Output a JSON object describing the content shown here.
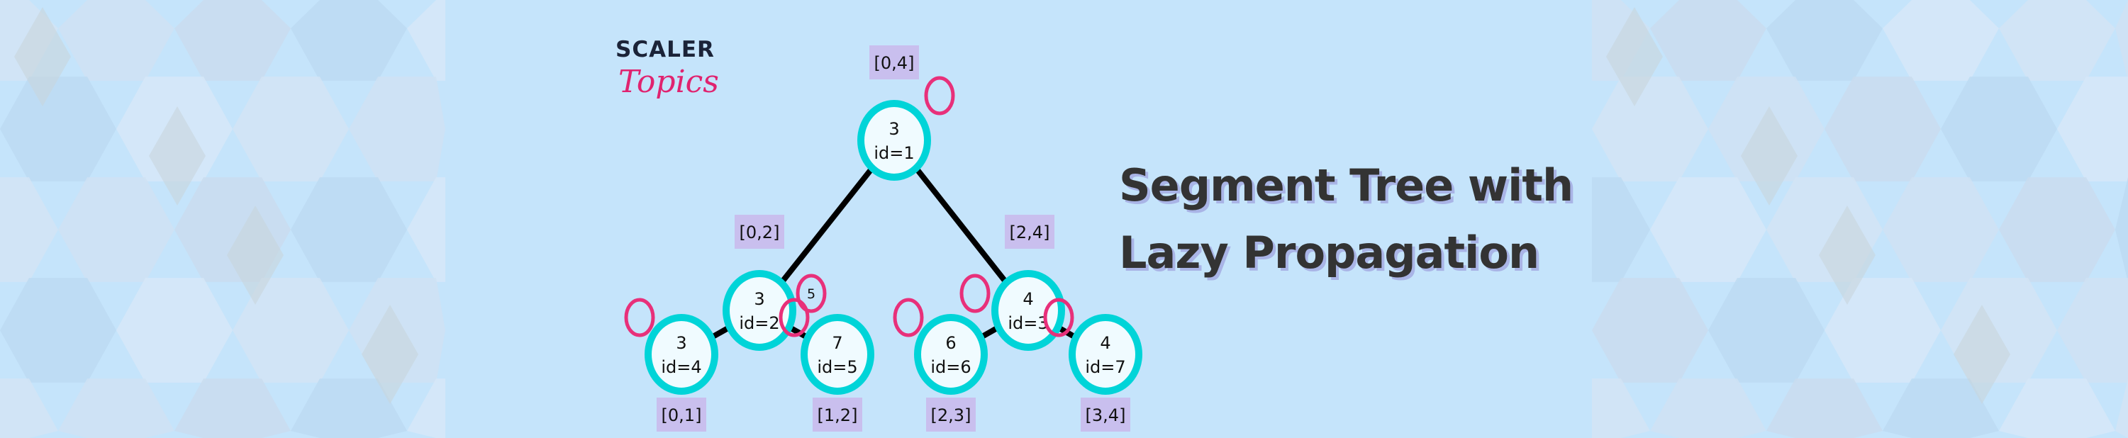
{
  "colors": {
    "background": "#c5e4fb",
    "node_stroke": "#00d4d8",
    "node_fill": "#f0fbff",
    "lazy_stroke": "#e8307a",
    "range_fill": "#c9bfee",
    "edge": "#000000",
    "title": "#333333"
  },
  "logo": {
    "line1": "SCALER",
    "line2": "Topics"
  },
  "title": {
    "line1": "Segment Tree with",
    "line2": "Lazy Propagation"
  },
  "tree": {
    "nodes": [
      {
        "id_label": "id=1",
        "value": "3",
        "range": "[0,4]",
        "lazy": ""
      },
      {
        "id_label": "id=2",
        "value": "3",
        "range": "[0,2]",
        "lazy": "5"
      },
      {
        "id_label": "id=3",
        "value": "4",
        "range": "[2,4]",
        "lazy": ""
      },
      {
        "id_label": "id=4",
        "value": "3",
        "range": "[0,1]",
        "lazy": ""
      },
      {
        "id_label": "id=5",
        "value": "7",
        "range": "[1,2]",
        "lazy": ""
      },
      {
        "id_label": "id=6",
        "value": "6",
        "range": "[2,3]",
        "lazy": ""
      },
      {
        "id_label": "id=7",
        "value": "4",
        "range": "[3,4]",
        "lazy": ""
      }
    ],
    "edges": [
      [
        0,
        1
      ],
      [
        0,
        2
      ],
      [
        1,
        3
      ],
      [
        1,
        4
      ],
      [
        2,
        5
      ],
      [
        2,
        6
      ]
    ]
  }
}
